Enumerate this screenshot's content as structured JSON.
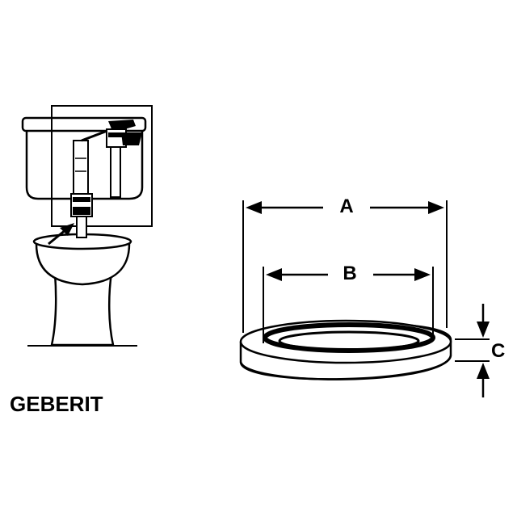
{
  "brand": "GEBERIT",
  "dimensions": {
    "a": "A",
    "b": "B",
    "c": "C"
  },
  "icons": {
    "toilet": "toilet-illustration-icon",
    "seal": "seal-ring-icon",
    "pointer": "arrow-icon"
  }
}
